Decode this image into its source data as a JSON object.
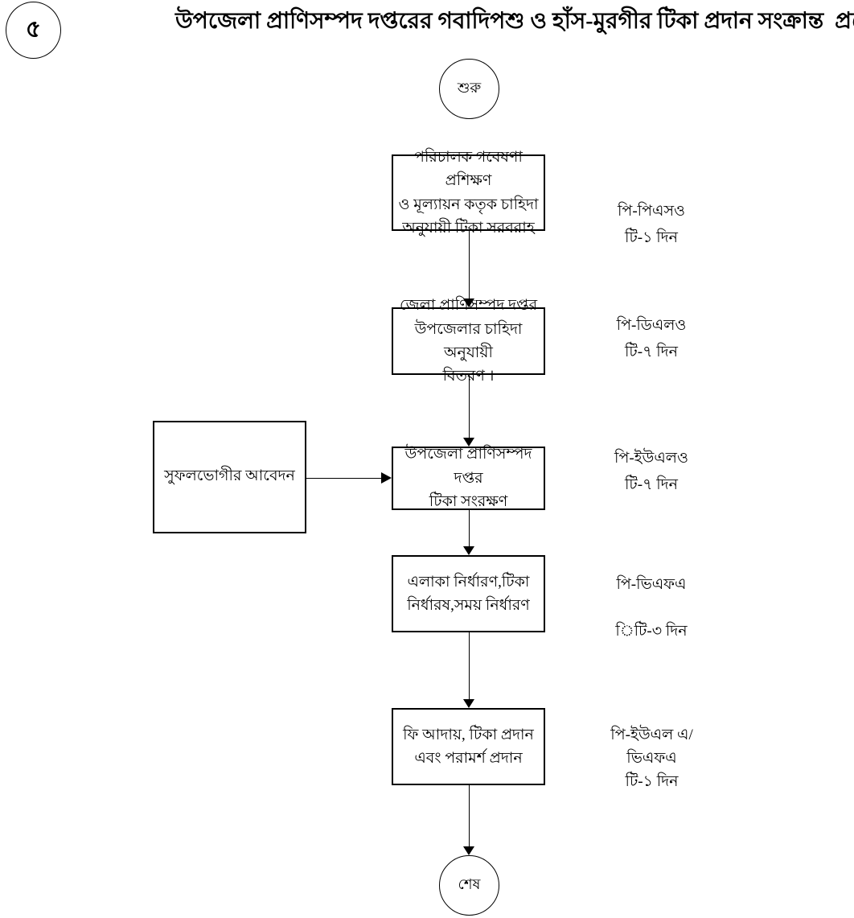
{
  "page": {
    "number": "৫"
  },
  "title": "উপজেলা প্রাণিসম্পদ দপ্তরের গবাদিপশু ও হাঁস-মুরগীর টিকা প্রদান সংক্রান্ত  প্রসেস ম্যাপ",
  "flow": {
    "start_label": "শুরু",
    "end_label": "শেষ",
    "input_label": "সুফলভোগীর আবেদন",
    "steps": [
      {
        "label": "পরিচালক গবেষণা প্রশিক্ষণ\nও মূল্যায়ন কতৃক চাহিদা\nঅনুযায়ী টিকা সরবরাহ"
      },
      {
        "label": "জেলা প্রাণিসম্পদ দপ্তর\nউপজেলার চাহিদা অনুযায়ী\nবিতরণ ।"
      },
      {
        "label": "উপজেলা প্রাণিসম্পদ দপ্তর\nটিকা সংরক্ষণ"
      },
      {
        "label": "এলাকা নির্ধারণ,টিকা\nনির্ধারষ,সময় নির্ধারণ"
      },
      {
        "label": "ফি আদায়, টিকা  প্রদান\nএবং পরামর্শ প্রদান"
      }
    ]
  },
  "annotations": [
    {
      "line1": "পি-পিএসও",
      "line2": "টি-১ দিন"
    },
    {
      "line1": "পি-ডিএলও",
      "line2": "টি-৭ দিন"
    },
    {
      "line1": "পি-ইউএলও",
      "line2": "টি-৭ দিন"
    },
    {
      "line1": "পি-ভিএফএ",
      "line2": "িটি-৩ দিন"
    },
    {
      "line1": "পি-ইউএল এ/",
      "line2": "ভিএফএ",
      "line3": "টি-১ দিন"
    }
  ],
  "colors": {
    "line": "#000000",
    "background": "#ffffff"
  }
}
